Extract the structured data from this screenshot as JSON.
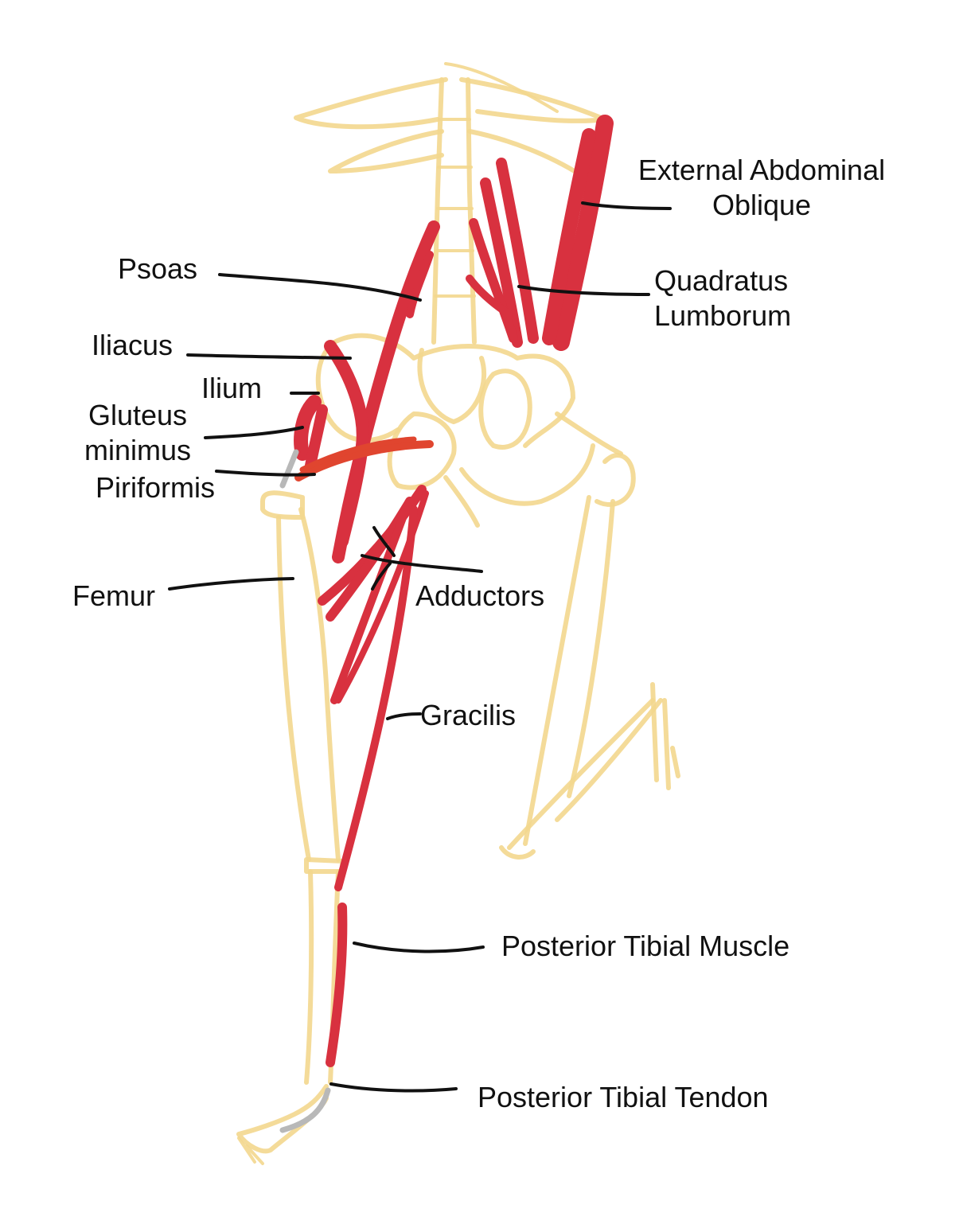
{
  "labels": {
    "external_abdominal_oblique": [
      "External Abdominal",
      "Oblique"
    ],
    "quadratus_lumborum": [
      "Quadratus",
      "Lumborum"
    ],
    "psoas": "Psoas",
    "iliacus": "Iliacus",
    "ilium": "Ilium",
    "gluteus_minimus": [
      "Gluteus",
      "minimus"
    ],
    "piriformis": "Piriformis",
    "femur": "Femur",
    "adductors": "Adductors",
    "gracilis": "Gracilis",
    "posterior_tibial_muscle": "Posterior Tibial Muscle",
    "posterior_tibial_tendon": "Posterior Tibial Tendon"
  },
  "colors": {
    "bone": "#f3d78e",
    "muscle": "#d8313f",
    "muscle_accent": "#e0452f",
    "tendon": "#b8b8b8",
    "leader": "#111111"
  }
}
